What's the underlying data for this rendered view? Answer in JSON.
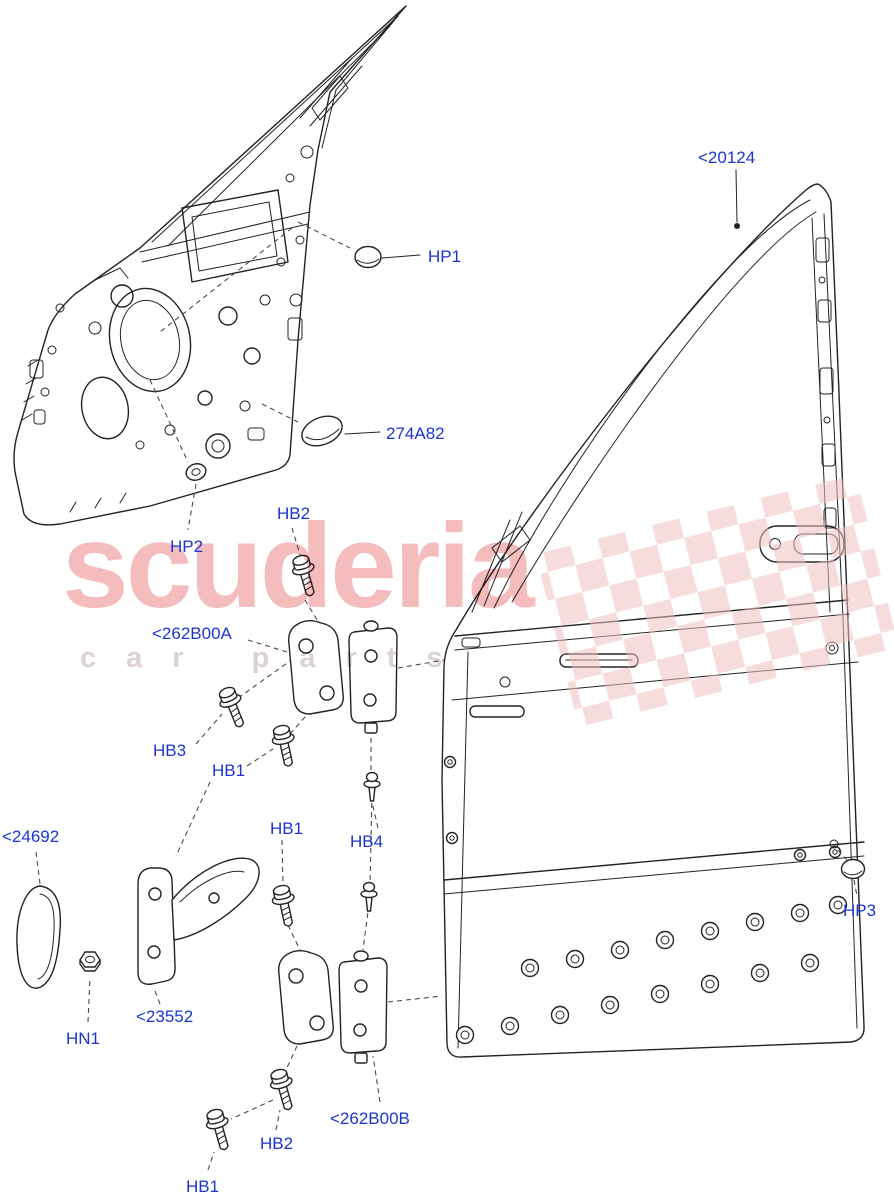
{
  "watermark": {
    "brand": "scuderia",
    "tagline": "car parts"
  },
  "colors": {
    "label": "#1b35d2",
    "watermark_text": "#f4bcbc",
    "watermark_sub": "#ddd2d2",
    "line": "#232323"
  },
  "labels": [
    {
      "id": "20124",
      "text": "<20124"
    },
    {
      "id": "HP1",
      "text": "HP1"
    },
    {
      "id": "274A82",
      "text": "274A82"
    },
    {
      "id": "HP2",
      "text": "HP2"
    },
    {
      "id": "HB2-upper",
      "text": "HB2"
    },
    {
      "id": "262B00A",
      "text": "<262B00A"
    },
    {
      "id": "HB3",
      "text": "HB3"
    },
    {
      "id": "HB1-a",
      "text": "HB1"
    },
    {
      "id": "HB1-b",
      "text": "HB1"
    },
    {
      "id": "HB4",
      "text": "HB4"
    },
    {
      "id": "24692",
      "text": "<24692"
    },
    {
      "id": "23552",
      "text": "<23552"
    },
    {
      "id": "HN1",
      "text": "HN1"
    },
    {
      "id": "HB2-lower",
      "text": "HB2"
    },
    {
      "id": "HB1-c",
      "text": "HB1"
    },
    {
      "id": "262B00B",
      "text": "<262B00B"
    },
    {
      "id": "HP3",
      "text": "HP3"
    }
  ]
}
